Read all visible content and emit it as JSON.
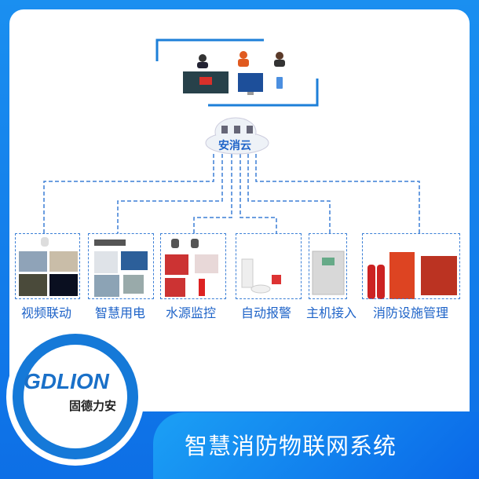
{
  "header": {
    "cloud_label": "安消云"
  },
  "modules": [
    {
      "label": "视频联动"
    },
    {
      "label": "智慧用电"
    },
    {
      "label": "水源监控"
    },
    {
      "label": "自动报警"
    },
    {
      "label": "主机接入"
    },
    {
      "label": "消防设施管理"
    }
  ],
  "logo": {
    "brand_en": "GDLION",
    "brand_cn": "固德力安"
  },
  "footer": {
    "title": "智慧消防物联网系统"
  },
  "colors": {
    "accent": "#1e63c8",
    "line": "#3b7fd6",
    "background": "#0d6fe6"
  }
}
